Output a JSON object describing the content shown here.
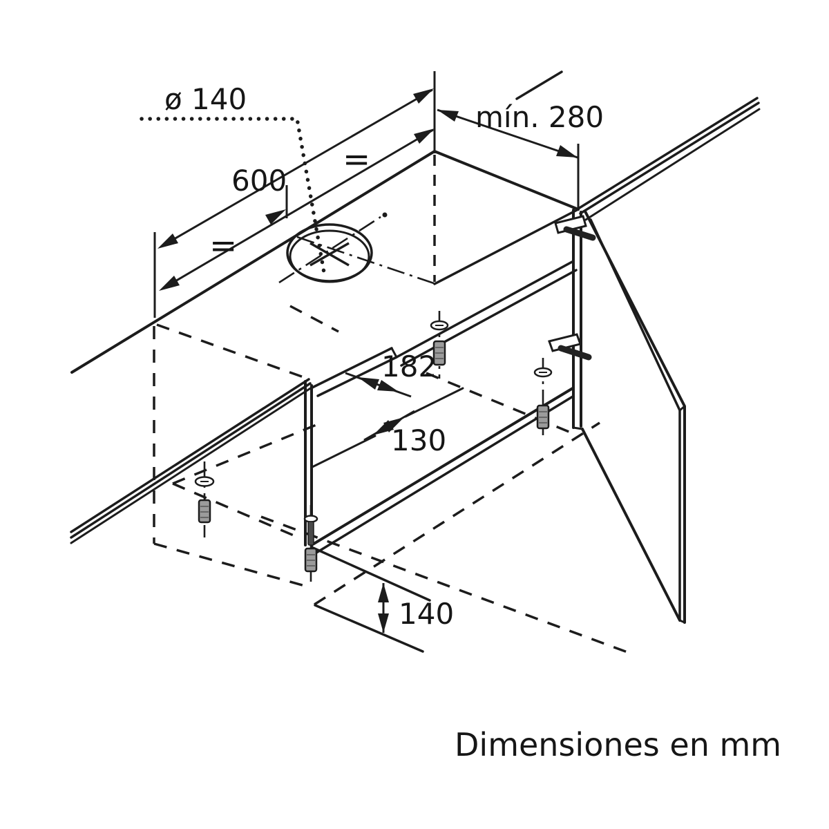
{
  "diagram": {
    "kind": "cooker-hood installation drawing",
    "caption": "Dimensiones en mm",
    "labels": {
      "hole_diameter": "ø 140",
      "niche_width": "600",
      "min_depth": "mín. 280",
      "cutout_length": "182",
      "cutout_width": "130",
      "lower_clearance": "140",
      "equal_left": "=",
      "equal_right": "="
    },
    "colors": {
      "line": "#1c1c1c",
      "background": "#ffffff",
      "hardware_fill": "#9b9b9b"
    }
  }
}
